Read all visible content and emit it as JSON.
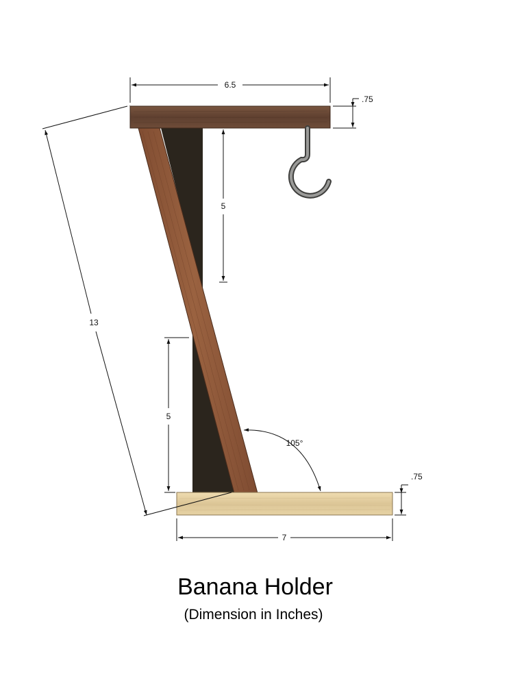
{
  "title": "Banana Holder",
  "subtitle": "(Dimension in Inches)",
  "dimensions": {
    "top_width": "6.5",
    "top_thickness": ".75",
    "upper_post": "5",
    "lower_post": "5",
    "diagonal": "13",
    "angle": "105°",
    "base_thickness": ".75",
    "base_width": "7"
  },
  "colors": {
    "top_board": "#6b4a35",
    "diagonal_board": "#8b5638",
    "post": "#2f2a22",
    "base_board": "#e3cfa0",
    "hook": "#7a7a78",
    "dimension_line": "#111111"
  }
}
